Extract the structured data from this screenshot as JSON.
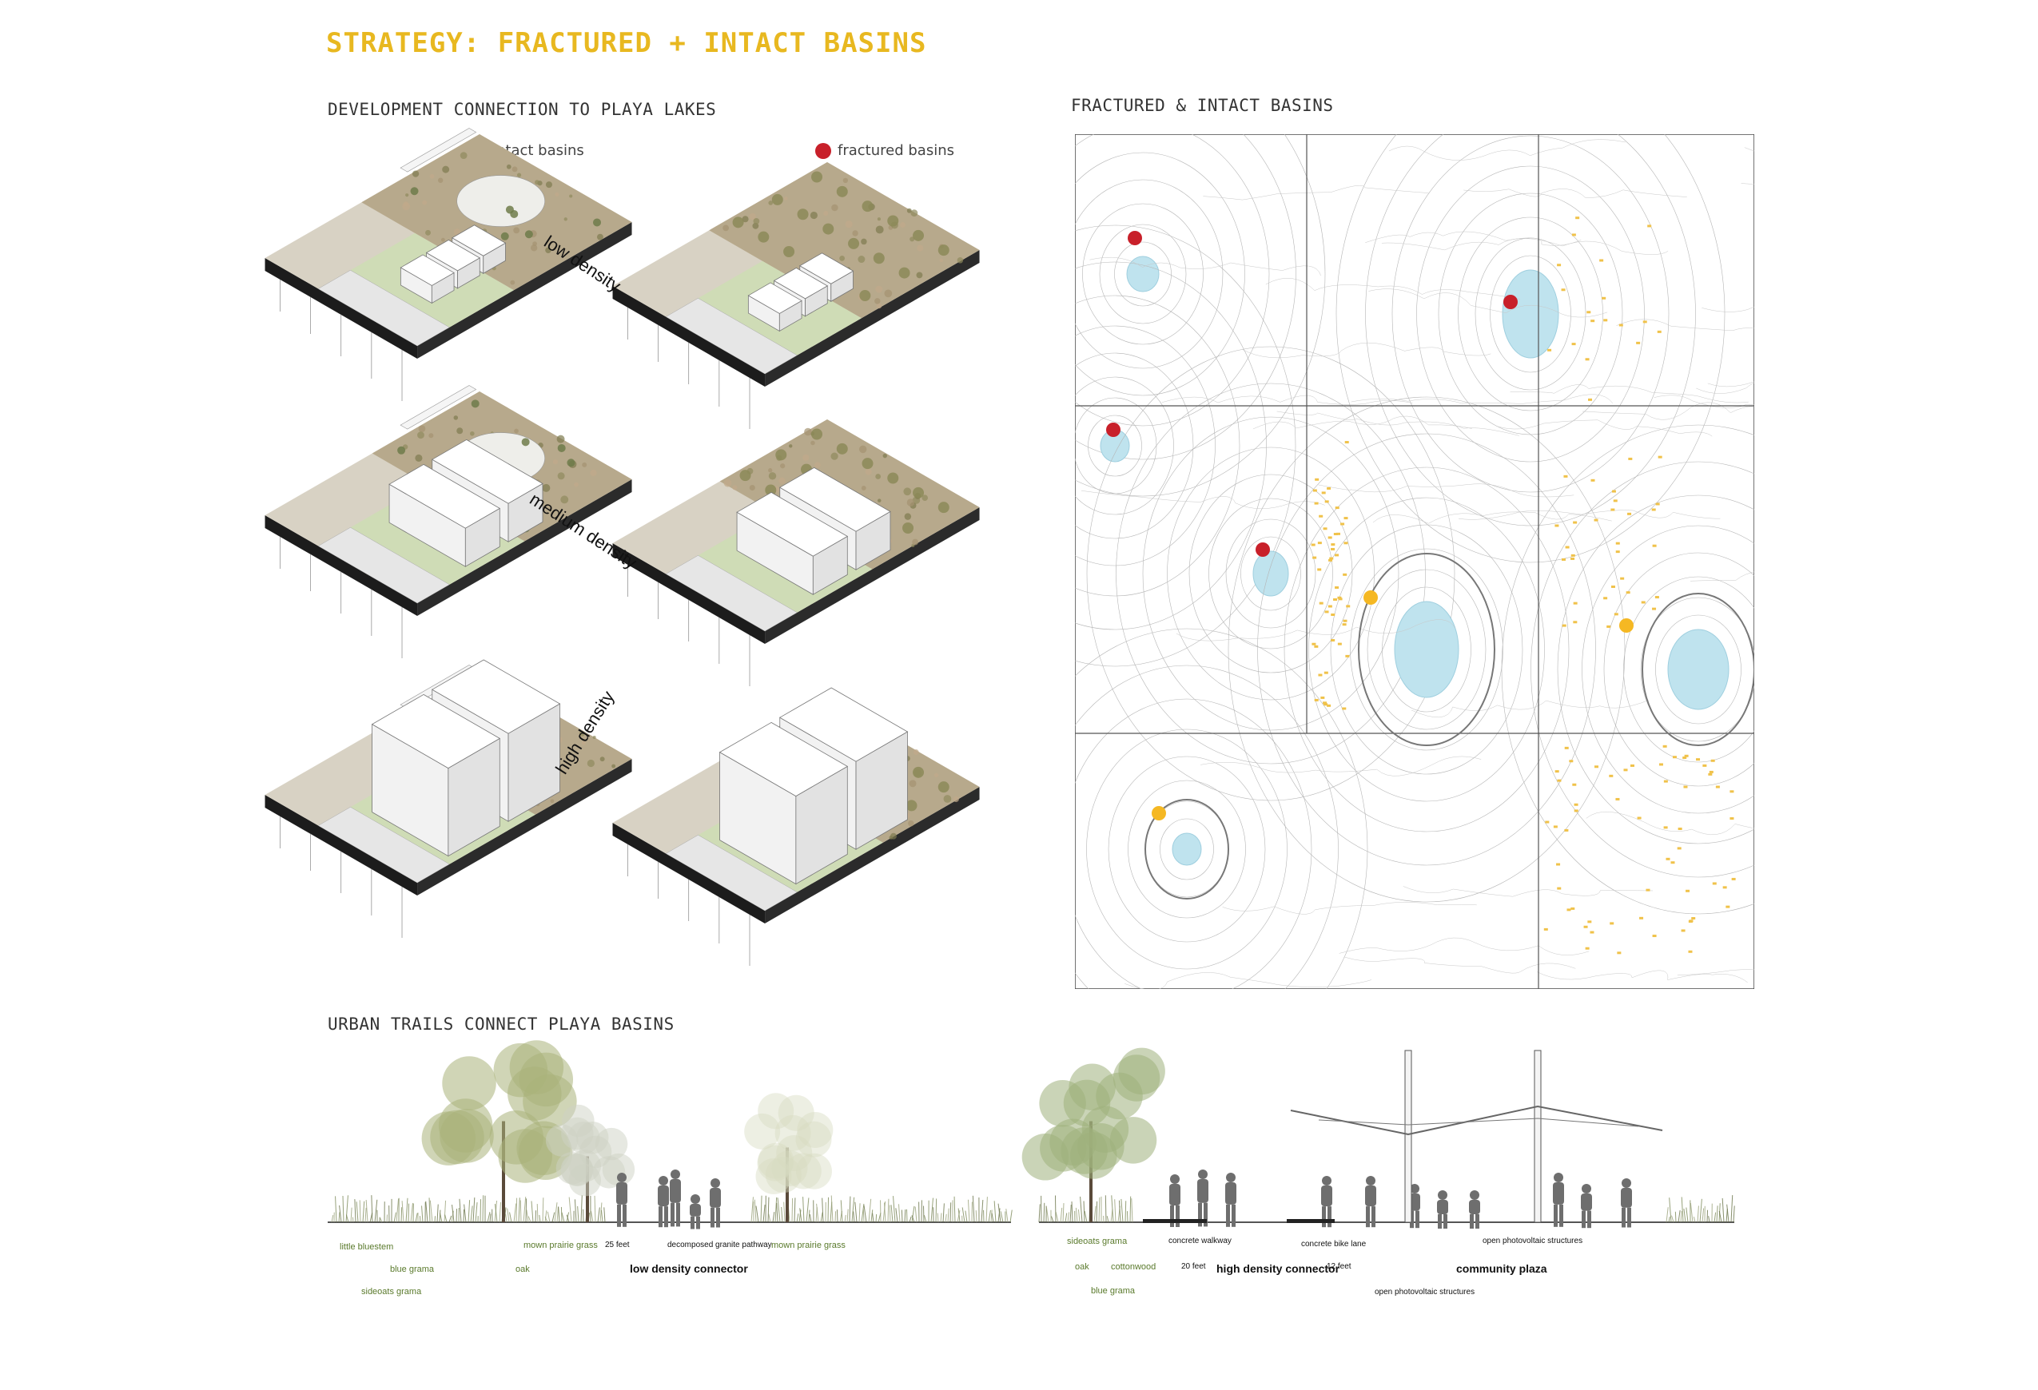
{
  "title": "STRATEGY: FRACTURED + INTACT BASINS",
  "sections": {
    "development": "DEVELOPMENT CONNECTION TO PLAYA LAKES",
    "basins_map": "FRACTURED & INTACT BASINS",
    "trails": "URBAN TRAILS CONNECT PLAYA BASINS"
  },
  "legend": {
    "intact": {
      "label": "intact basins",
      "color": "#f5b823"
    },
    "fractured": {
      "label": "fractured basins",
      "color": "#c8202a"
    }
  },
  "densities": [
    "low density",
    "medium density",
    "high density"
  ],
  "section_left": {
    "plants": [
      "little bluestem",
      "blue grama",
      "sideoats grama",
      "mown prairie grass",
      "oak",
      "mown prairie grass"
    ],
    "width_label": "25 feet",
    "path_label": "decomposed granite pathway",
    "name": "low density connector"
  },
  "section_right": {
    "plants": [
      "sideoats grama",
      "oak",
      "cottonwood",
      "blue grama"
    ],
    "walkway_label": "concrete walkway",
    "walkway_width": "20 feet",
    "name": "high density connector",
    "bike_label": "concrete bike lane",
    "bike_width": "12 feet",
    "pv_label_top": "open photovoltaic structures",
    "pv_label_bottom": "open photovoltaic structures",
    "plaza_name": "community plaza"
  },
  "colors": {
    "title": "#e8b820",
    "water": "#bfe3ee",
    "building_dots": "#f0c24a"
  }
}
